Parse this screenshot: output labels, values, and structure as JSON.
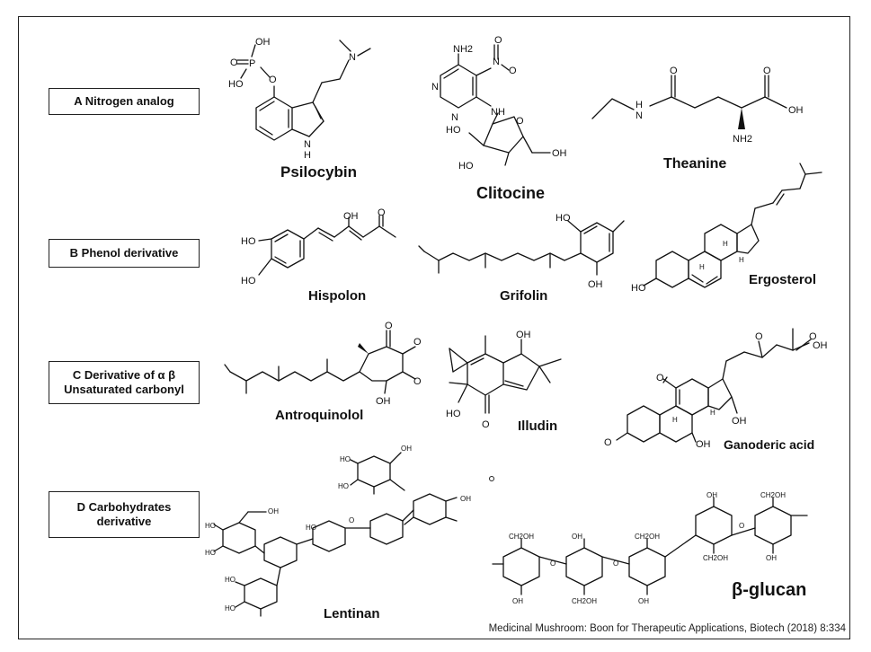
{
  "categories": [
    {
      "label": "A Nitrogen analog"
    },
    {
      "label": "B Phenol derivative"
    },
    {
      "label": "C Derivative of α β\nUnsaturated carbonyl"
    },
    {
      "label": "D Carbohydrates\nderivative"
    }
  ],
  "compounds": {
    "psilocybin": "Psilocybin",
    "clitocine": "Clitocine",
    "theanine": "Theanine",
    "hispolon": "Hispolon",
    "grifolin": "Grifolin",
    "ergosterol": "Ergosterol",
    "antroquinolol": "Antroquinolol",
    "illudin": "Illudin",
    "ganoderic_acid": "Ganoderic acid",
    "lentinan": "Lentinan",
    "beta_glucan": "β-glucan"
  },
  "caption": "Medicinal Mushroom: Boon for Therapeutic Applications, Biotech (2018) 8:334",
  "atoms": {
    "OH": "OH",
    "O": "O",
    "P": "P",
    "HO": "HO",
    "N": "N",
    "NH": "NH",
    "H": "H",
    "NH2_sub": "NH2",
    "NH2_plain": "NH2",
    "N_plus": "N",
    "O_minus": "O",
    "CH2OH": "CH2OH"
  }
}
